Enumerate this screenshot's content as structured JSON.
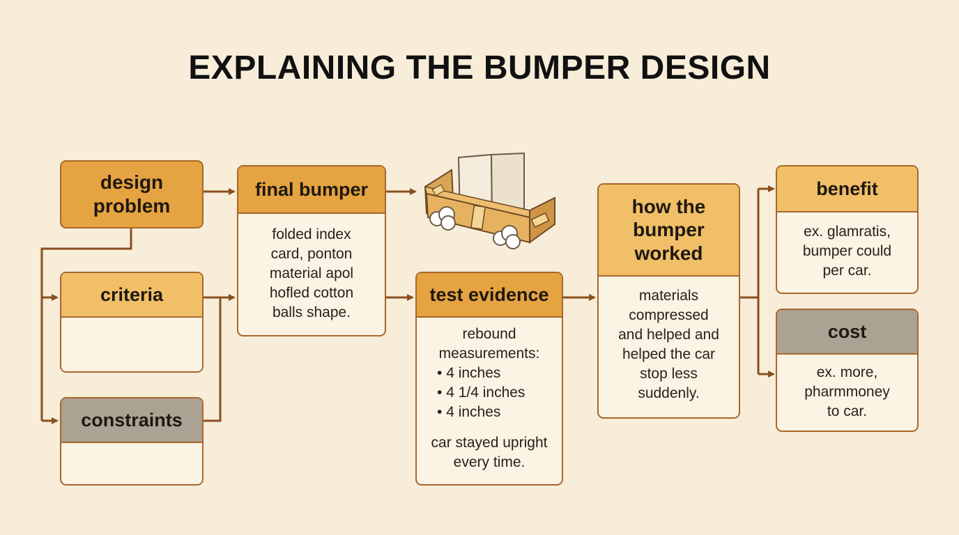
{
  "title": "EXPLAINING THE BUMPER DESIGN",
  "colors": {
    "border": "#a8672c",
    "arrow": "#8a4f1e",
    "dark_orange": "#e5a341",
    "light_orange": "#f0bf68",
    "gray": "#aba294",
    "box_fill": "#fbf3e4",
    "background": "#f7edd9"
  },
  "design_problem": {
    "line1": "design",
    "line2": "problem"
  },
  "criteria": {
    "header": "criteria",
    "body": ""
  },
  "constraints": {
    "header": "constraints",
    "body": ""
  },
  "final_bumper": {
    "header": "final bumper",
    "lines": [
      "folded index",
      "card, ponton",
      "material apol",
      "hofled cotton",
      "balls shape."
    ]
  },
  "illustration": {
    "icon": "bumper-illustration-icon"
  },
  "test_evidence": {
    "header": "test evidence",
    "intro1": "rebound",
    "intro2": "measurements:",
    "bullets": [
      "4 inches",
      "4 1/4 inches",
      "4 inches"
    ],
    "outro1": "car stayed upright",
    "outro2": "every time."
  },
  "how_worked": {
    "header_lines": [
      "how the",
      "bumper",
      "worked"
    ],
    "lines": [
      "materials",
      "compressed",
      "and helped and",
      "helped the car",
      "stop less",
      "suddenly."
    ]
  },
  "benefit": {
    "header": "benefit",
    "lines": [
      "ex. glamratis,",
      "bumper could",
      "per car."
    ]
  },
  "cost": {
    "header": "cost",
    "lines": [
      "ex. more,",
      "pharmmoney",
      "to car."
    ]
  }
}
